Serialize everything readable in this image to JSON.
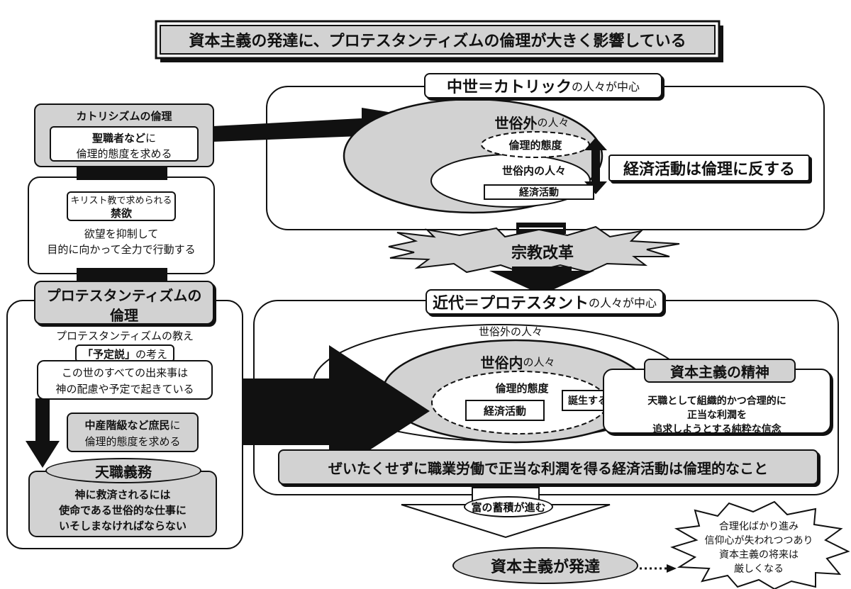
{
  "title": "資本主義の発達に、プロテスタンティズムの倫理が大きく影響している",
  "medieval": {
    "heading_main": "中世＝カトリック",
    "heading_sub": "の人々が中心",
    "outer_main": "世俗外",
    "outer_sub": "の人々",
    "ethics": "倫理的態度",
    "inner": "世俗内の人々",
    "economic": "経済活動",
    "conflict": "経済活動は倫理に反する"
  },
  "reformation": "宗教改革",
  "modern": {
    "heading_main": "近代＝プロテスタント",
    "heading_sub": "の人々が中心",
    "outer": "世俗外の人々",
    "inner_main": "世俗内",
    "inner_sub": "の人々",
    "ethics": "倫理的態度",
    "economic": "経済活動",
    "birth": "誕生する",
    "spirit_title": "資本主義の精神",
    "spirit_lines": [
      "天職として組織的かつ合理的に",
      "正当な利潤を",
      "追求しようとする純粋な信念"
    ],
    "banner": "ぜいたくせずに職業労働で正当な利潤を得る経済活動は倫理的なこと"
  },
  "left": {
    "catholic_title": "カトリシズムの倫理",
    "catholic_line1_bold": "聖職者など",
    "catholic_line1_rest": "に",
    "catholic_line2": "倫理的態度を求める",
    "christian_req": "キリスト教で求められる",
    "kinyoku": "禁欲",
    "desire_line1": "欲望を抑制して",
    "desire_line2": "目的に向かって全力で行動する",
    "protestant_title_1": "プロテスタンティズムの",
    "protestant_title_2": "倫理",
    "teaching": "プロテスタンティズムの教え",
    "predestination_bold": "「予定説」",
    "predestination_rest": "の考え",
    "world_line1": "この世のすべての出来事は",
    "world_line2": "神の配慮や予定で起きている",
    "middle_bold": "中産階級など庶民",
    "middle_rest": "に",
    "middle_line2": "倫理的態度を求める",
    "calling_title": "天職義務",
    "calling_lines": [
      "神に救済されるには",
      "使命である世俗的な仕事に",
      "いそしまなければならない"
    ]
  },
  "bottom": {
    "wealth": "富の蓄積が進む",
    "capitalism": "資本主義が発達",
    "warning_lines": [
      "合理化ばかり進み",
      "信仰心が失われつつあり",
      "資本主義の将来は",
      "厳しくなる"
    ]
  },
  "colors": {
    "ink": "#111111",
    "gray": "#d2d2d2",
    "light_gray": "#e8e8e8",
    "paper": "#ffffff"
  }
}
